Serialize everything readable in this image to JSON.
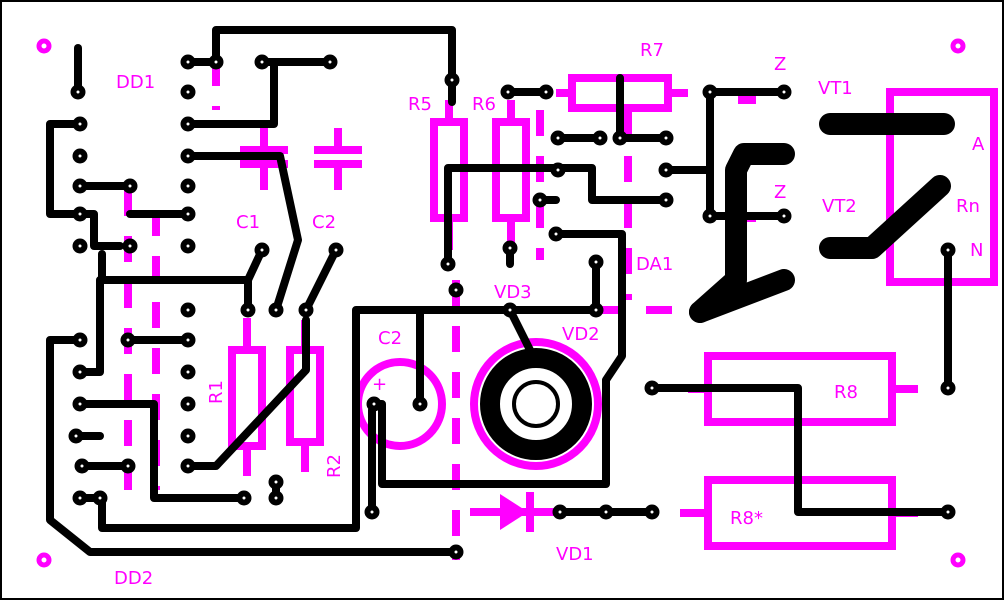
{
  "colors": {
    "copper": "#000000",
    "silkscreen": "#ff00ff",
    "background": "#ffffff"
  },
  "labels": {
    "dd1": "DD1",
    "dd2": "DD2",
    "c1": "C1",
    "c2_cap": "C2",
    "c2_elec": "C2",
    "c2_plus": "+",
    "r1": "R1",
    "r2": "R2",
    "r5": "R5",
    "r6": "R6",
    "r7": "R7",
    "r8": "R8",
    "r8_star": "R8*",
    "vd1": "VD1",
    "vd2": "VD2",
    "vd3": "VD3",
    "da1": "DA1",
    "z_top": "Z",
    "z_mid": "Z",
    "vt1": "VT1",
    "vt2": "VT2",
    "term_a": "A",
    "term_rn": "Rn",
    "term_n": "N"
  }
}
